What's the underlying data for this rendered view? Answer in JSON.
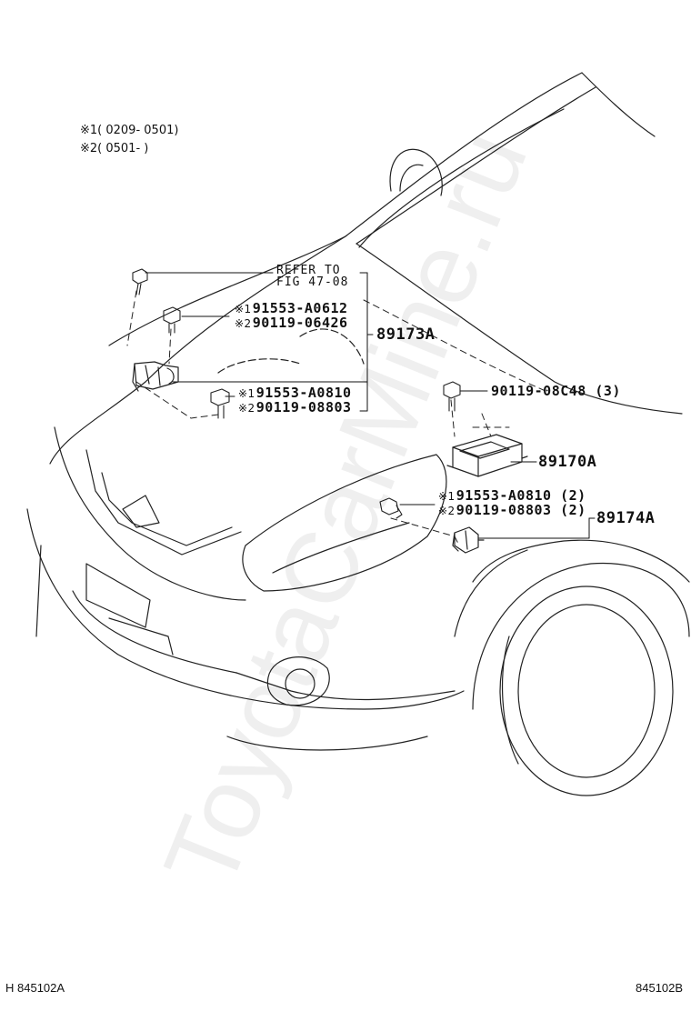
{
  "notes": {
    "note1": "※1( 0209- 0501)",
    "note2": "※2( 0501-          )"
  },
  "refer": {
    "line1": "REFER TO",
    "line2": "FIG  47-08"
  },
  "callouts": {
    "bolt_upper": {
      "mark1": "※1",
      "part1": "91553-A0612",
      "mark2": "※2",
      "part2": "90119-06426"
    },
    "bolt_lower": {
      "mark1": "※1",
      "part1": "91553-A0810",
      "mark2": "※2",
      "part2": "90119-08803"
    },
    "bolt_ecu": {
      "part": "90119-08C48 (3)"
    },
    "bolt_side": {
      "mark1": "※1",
      "part1": "91553-A0810 (2)",
      "mark2": "※2",
      "part2": "90119-08803 (2)"
    }
  },
  "assemblies": {
    "front_sensor": "89173A",
    "airbag_ecu": "89170A",
    "side_sensor": "89174A"
  },
  "footer": {
    "left_code": "H 845102A",
    "right_code": "845102B"
  },
  "watermark": "ToyotaCarMine.ru"
}
